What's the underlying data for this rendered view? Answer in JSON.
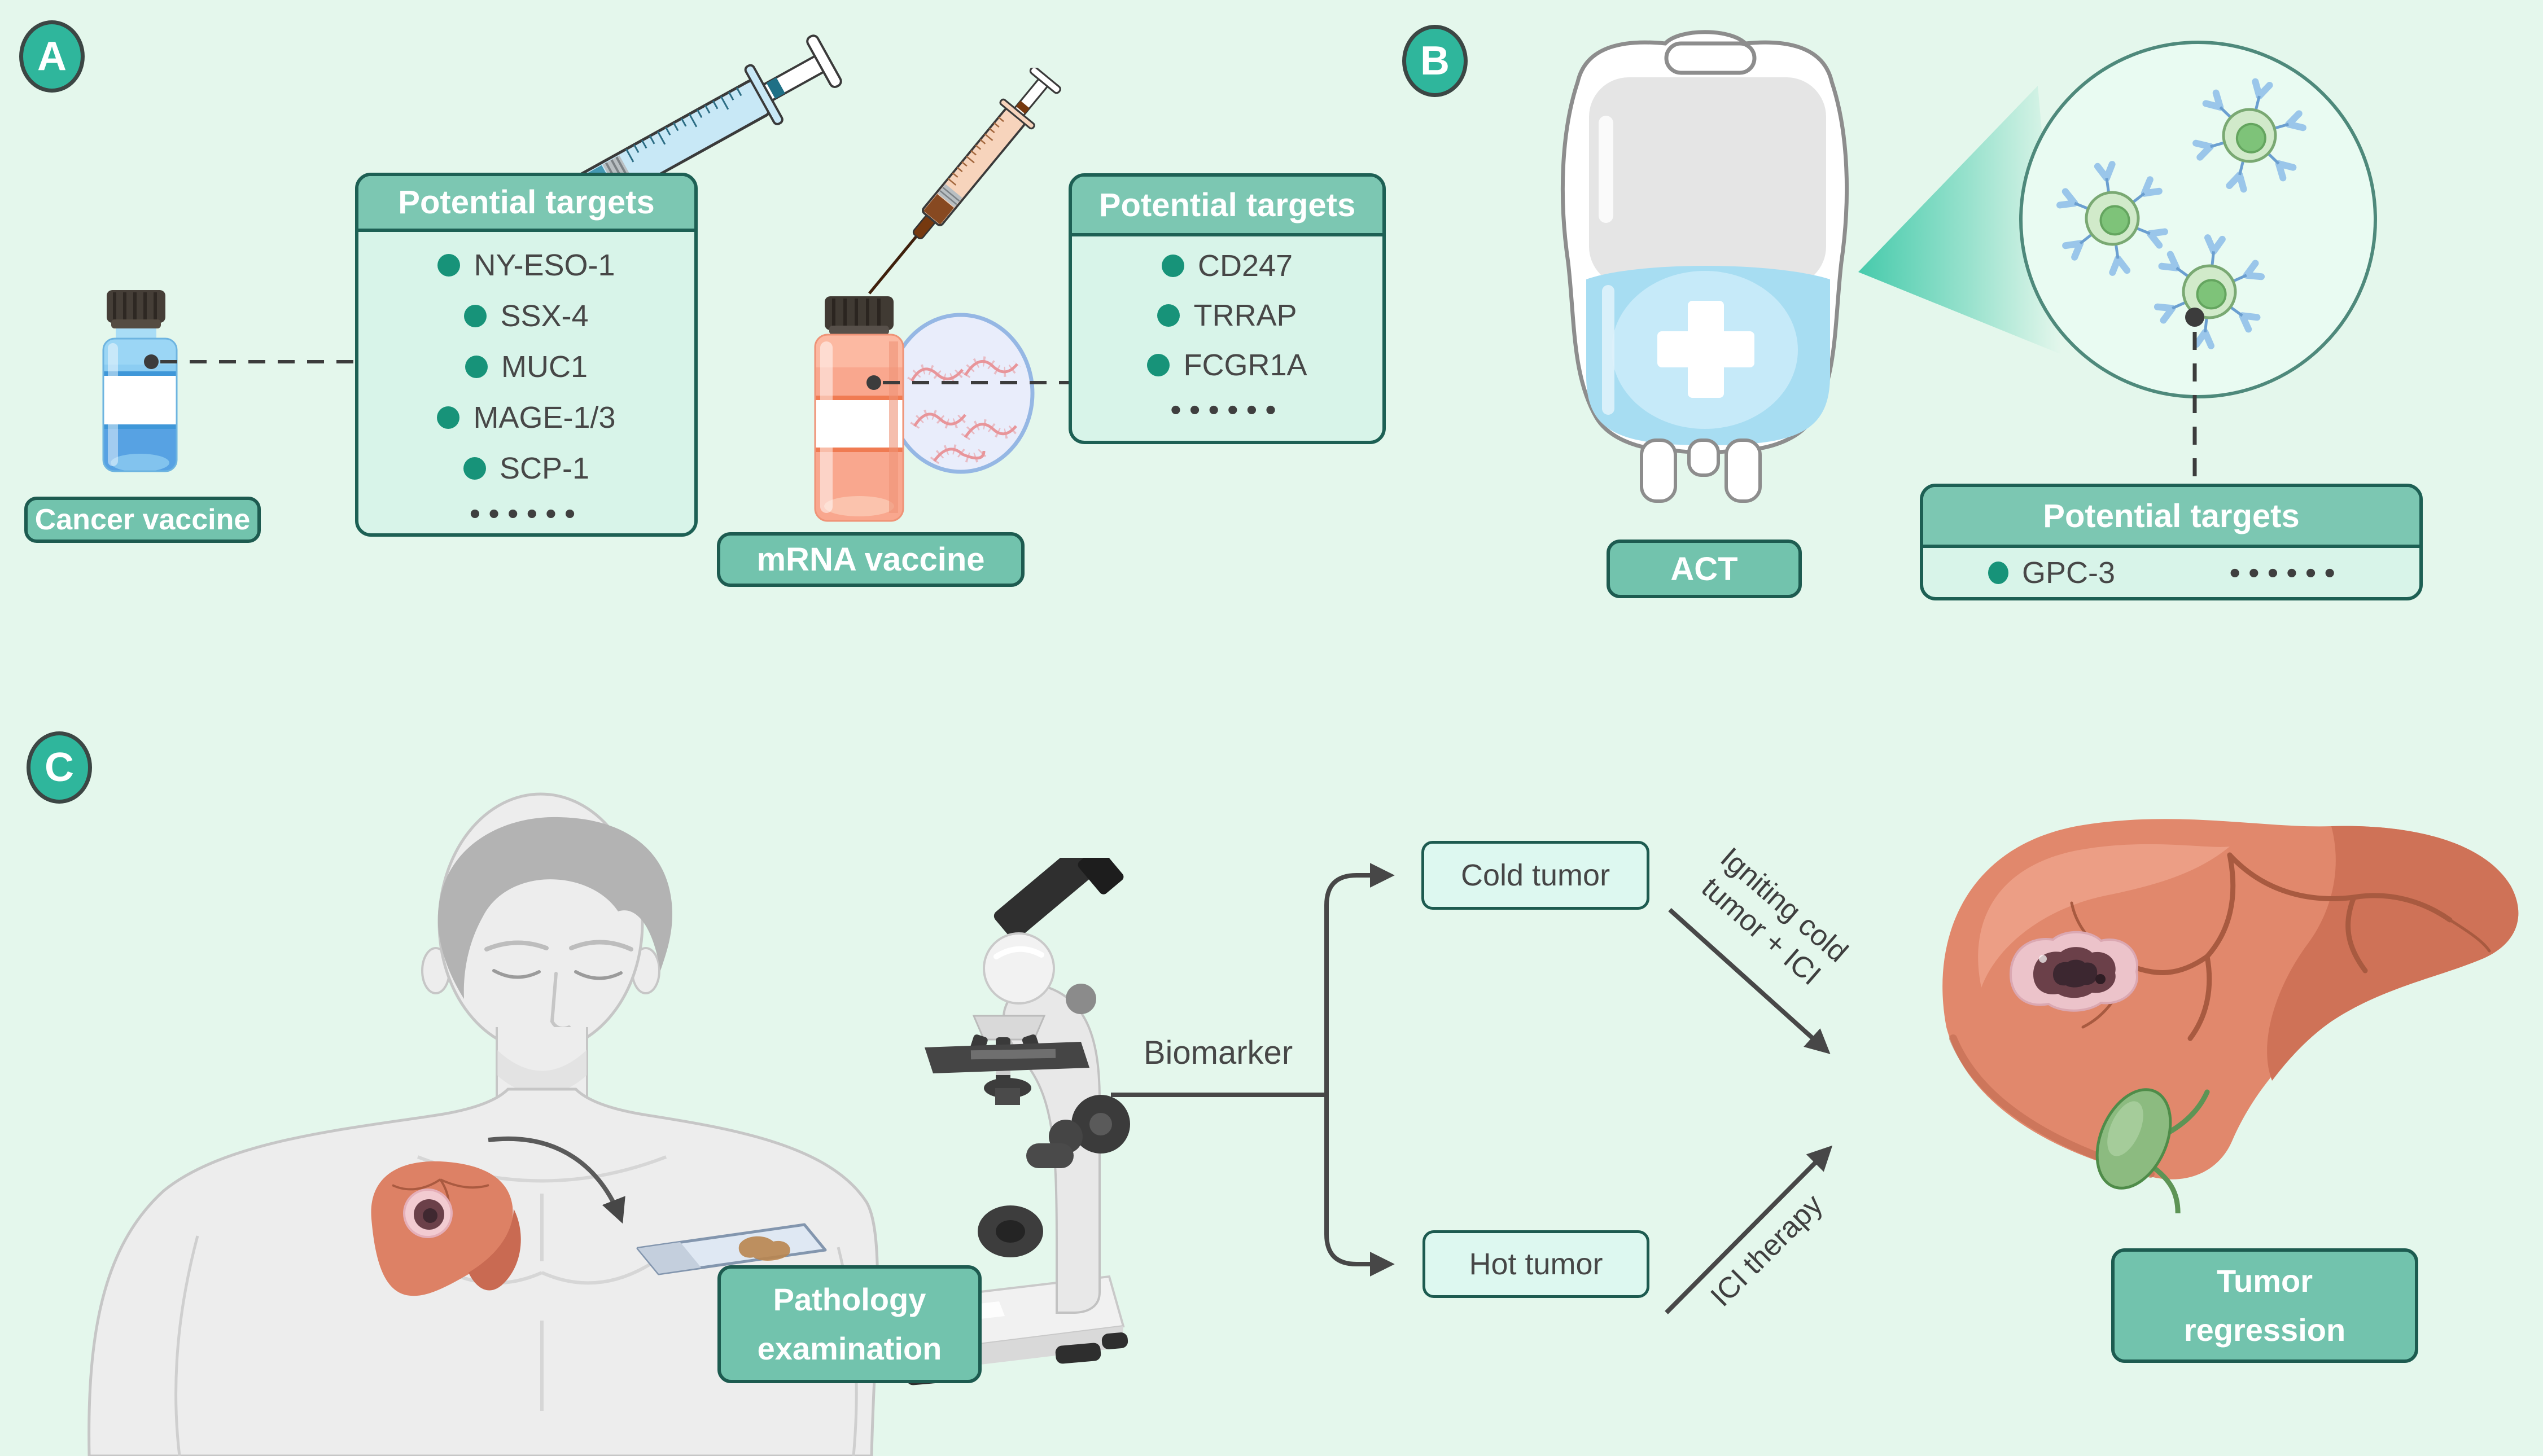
{
  "ui": {
    "ellipsis": "••••••"
  },
  "colors": {
    "background": "#e4f7ec",
    "accent_teal": "#2fb69c",
    "label_fill": "#72c3ad",
    "label_border": "#1d5b50",
    "box_header": "#7cc7b2",
    "box_body": "#d8f4e9",
    "bullet": "#179379",
    "text_dark": "#474747",
    "line": "#474747"
  },
  "panel_a": {
    "badge": "A",
    "cancer": {
      "label": "Cancer vaccine",
      "box_title": "Potential targets",
      "targets": [
        "NY-ESO-1",
        "SSX-4",
        "MUC1",
        "MAGE-1/3",
        "SCP-1"
      ]
    },
    "mrna": {
      "label": "mRNA vaccine",
      "box_title": "Potential targets",
      "targets": [
        "CD247",
        "TRRAP",
        "FCGR1A"
      ]
    }
  },
  "panel_b": {
    "badge": "B",
    "act_label": "ACT",
    "box_title": "Potential targets",
    "targets": [
      "GPC-3"
    ]
  },
  "panel_c": {
    "badge": "C",
    "biomarker": "Biomarker",
    "cold_tumor": "Cold tumor",
    "hot_tumor": "Hot tumor",
    "cold_arrow": {
      "line1": "Igniting cold",
      "line2": "tumor + ICI"
    },
    "hot_arrow": "ICI therapy",
    "pathology": {
      "line1": "Pathology",
      "line2": "examination"
    },
    "regression": {
      "line1": "Tumor",
      "line2": "regression"
    }
  }
}
